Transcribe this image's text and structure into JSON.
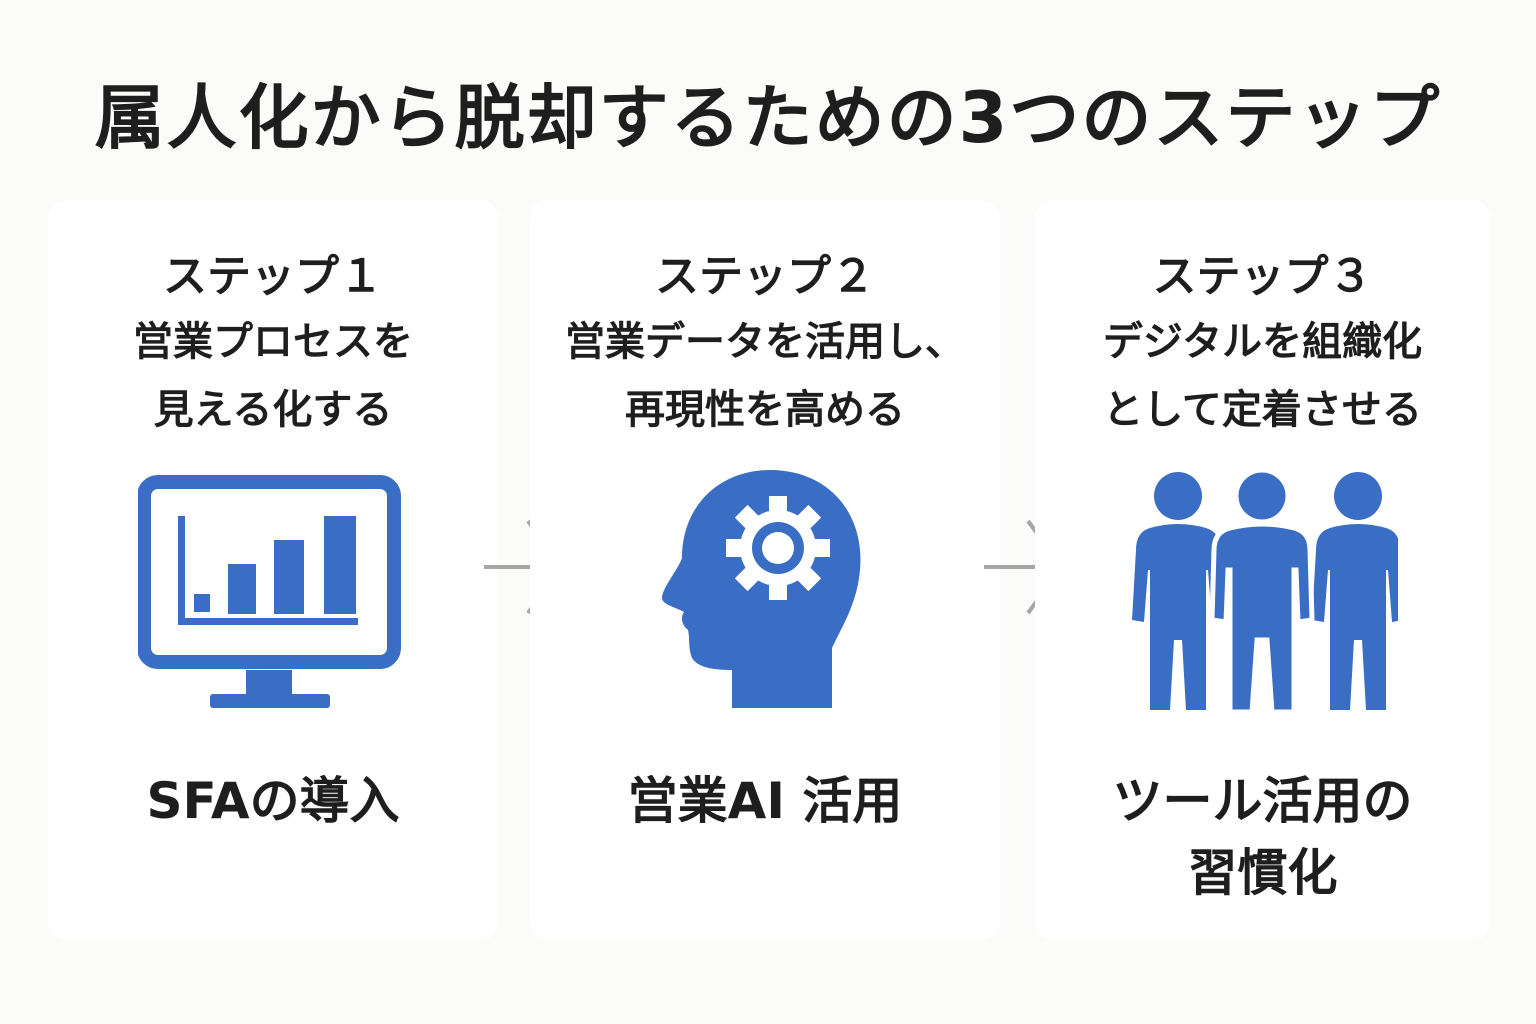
{
  "title": "属人化から脱却するための3つのステップ",
  "colors": {
    "icon": "#3a6ec4",
    "arrow": "#a6a6a6",
    "text": "#1e1e1e"
  },
  "steps": [
    {
      "step": "ステップ１",
      "desc1": "営業プロセスを",
      "desc2": "見える化する",
      "icon": "monitor-bar-chart-icon",
      "label1": "SFAの導入",
      "label2": ""
    },
    {
      "step": "ステップ２",
      "desc1": "営業データを活用し、",
      "desc2": "再現性を高める",
      "icon": "head-gear-icon",
      "label1": "営業AI 活用",
      "label2": ""
    },
    {
      "step": "ステップ３",
      "desc1": "デジタルを組織化",
      "desc2": "として定着させる",
      "icon": "people-group-icon",
      "label1": "ツール活用の",
      "label2": "習慣化"
    }
  ]
}
